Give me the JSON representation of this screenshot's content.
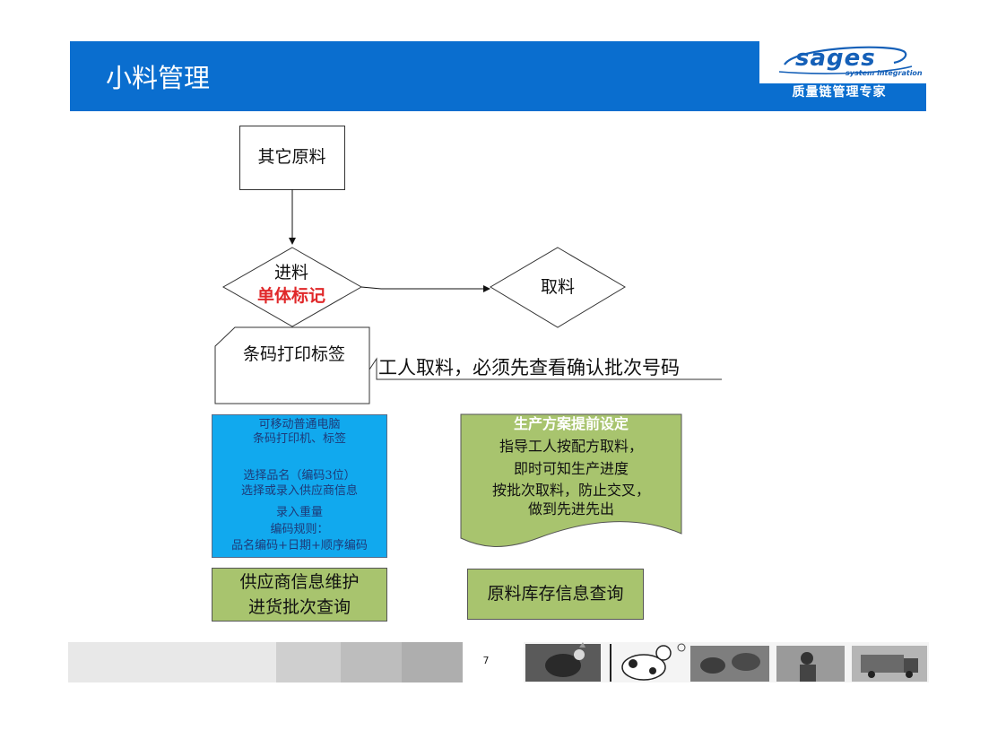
{
  "header": {
    "title": "小料管理",
    "logo_text": "sages",
    "logo_tagline": "system integration",
    "logo_subtitle": "质量链管理专家",
    "color": "#0a6ecf"
  },
  "diagram": {
    "nodes": {
      "other_materials": "其它原料",
      "intake": {
        "line1": "进料",
        "line2": "单体标记",
        "highlight_color": "#e0282a"
      },
      "picking": "取料",
      "barcode_print": "条码打印标签"
    },
    "callout": "工人取料，必须先查看确认批次号码",
    "blue_box": {
      "color": "#11a9ee",
      "lines": [
        "可移动普通电脑",
        "条码打印机、标签",
        "",
        "选择品名（编码3位）",
        "选择或录入供应商信息",
        "录入重量",
        "编码规则：",
        "品名编码+日期+顺序编码"
      ]
    },
    "green_doc": {
      "color": "#a8c46e",
      "title": "生产方案提前设定",
      "lines": [
        "指导工人按配方取料，",
        "即时可知生产进度",
        "按批次取料，防止交叉，",
        "做到先进先出"
      ]
    },
    "supplier_box": {
      "line1": "供应商信息维护",
      "line2": "进货批次查询"
    },
    "inventory_box": "原料库存信息查询"
  },
  "footer": {
    "page_number": "7",
    "photos": [
      "rooster-photo",
      "cow-cartoon",
      "cattle-photo",
      "worker-photo",
      "truck-photo"
    ]
  }
}
